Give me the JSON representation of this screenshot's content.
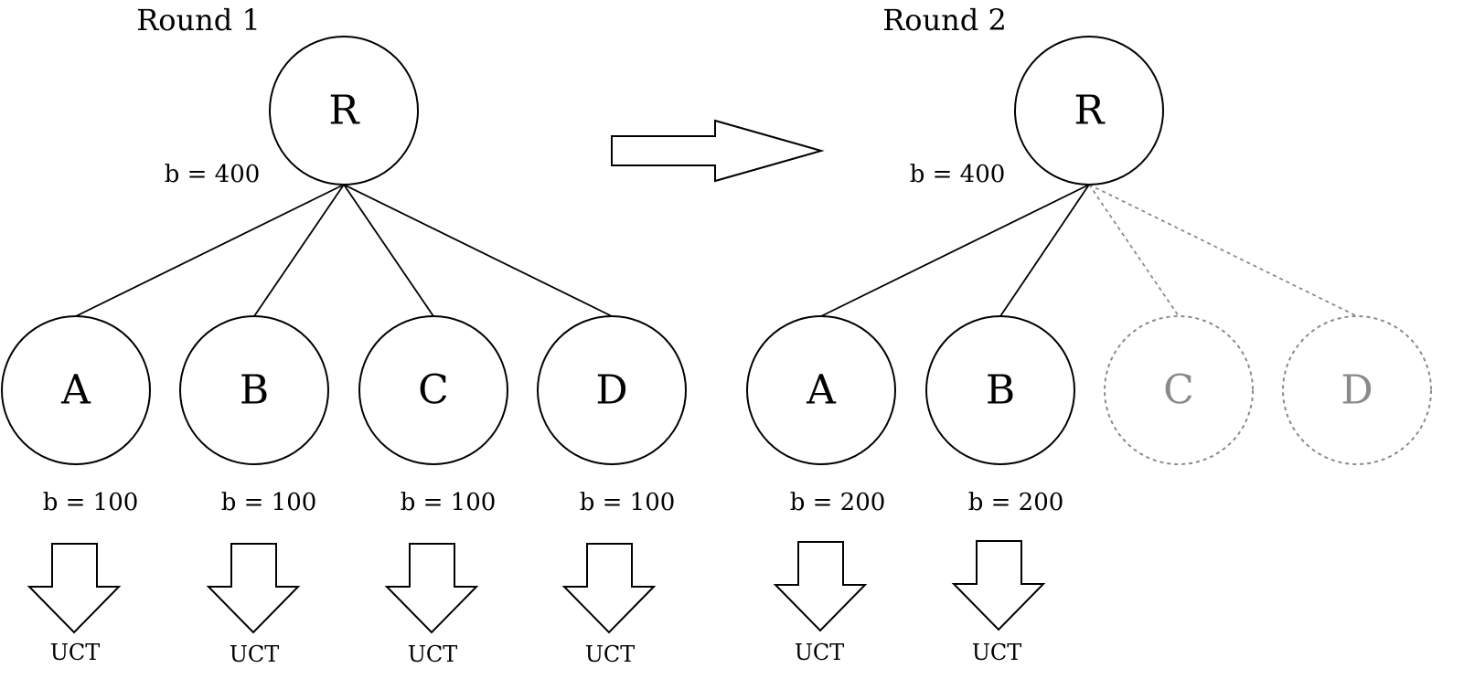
{
  "colors": {
    "line": "#000000",
    "pruned": "#8a8a8a",
    "background": "#ffffff"
  },
  "transition_arrow": "right-arrow-icon",
  "rounds": [
    {
      "title": "Round 1",
      "root": {
        "label": "R",
        "budget": "b = 400"
      },
      "children": [
        {
          "label": "A",
          "budget": "b = 100",
          "method": "UCT",
          "pruned": false
        },
        {
          "label": "B",
          "budget": "b = 100",
          "method": "UCT",
          "pruned": false
        },
        {
          "label": "C",
          "budget": "b = 100",
          "method": "UCT",
          "pruned": false
        },
        {
          "label": "D",
          "budget": "b = 100",
          "method": "UCT",
          "pruned": false
        }
      ]
    },
    {
      "title": "Round 2",
      "root": {
        "label": "R",
        "budget": "b = 400"
      },
      "children": [
        {
          "label": "A",
          "budget": "b = 200",
          "method": "UCT",
          "pruned": false
        },
        {
          "label": "B",
          "budget": "b = 200",
          "method": "UCT",
          "pruned": false
        },
        {
          "label": "C",
          "budget": "",
          "method": "",
          "pruned": true
        },
        {
          "label": "D",
          "budget": "",
          "method": "",
          "pruned": true
        }
      ]
    }
  ]
}
